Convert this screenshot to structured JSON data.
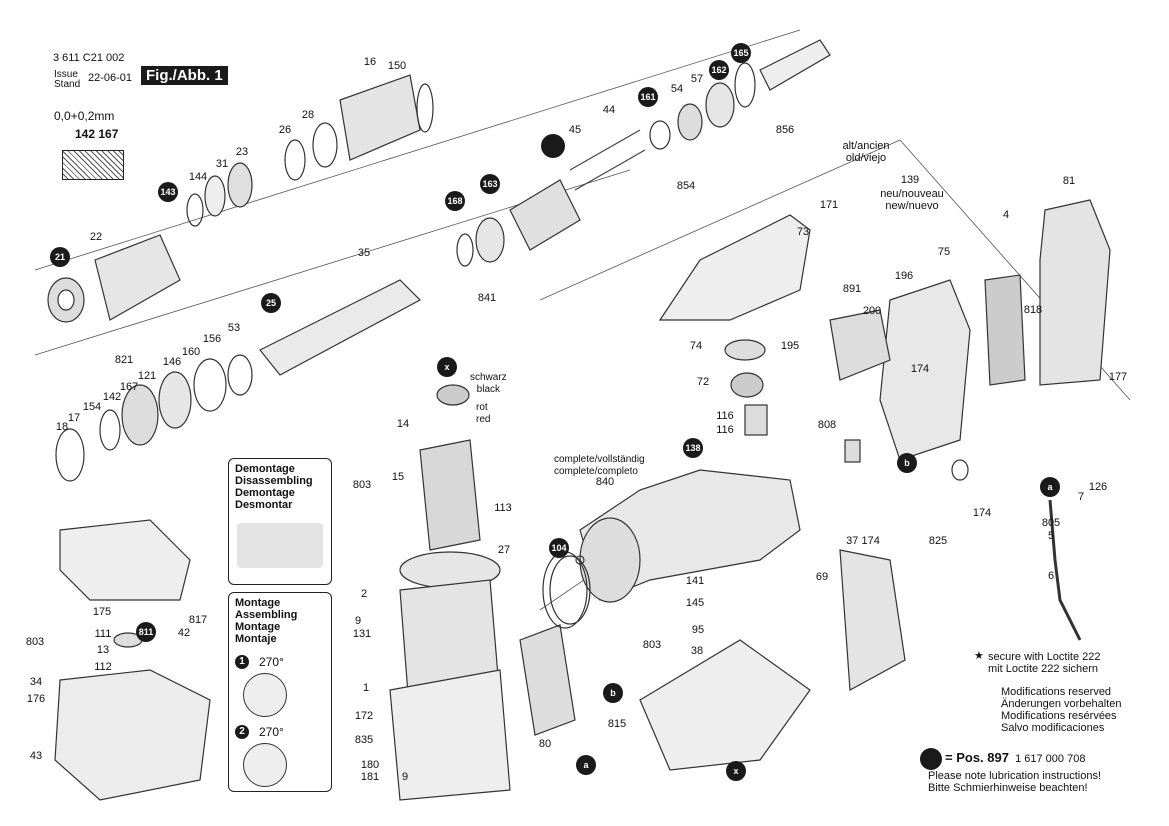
{
  "header": {
    "doc_number": "3 611 C21 002",
    "issue_label_1": "Issue",
    "issue_label_2": "Stand",
    "issue_date": "22-06-01",
    "figure_label": "Fig./Abb. 1",
    "tolerance": "0,0+0,2mm",
    "detail_parts": "142 167"
  },
  "labels": [
    "16",
    "150",
    "28",
    "26",
    "23",
    "31",
    "144",
    "22",
    "35",
    "53",
    "156",
    "160",
    "146",
    "821",
    "121",
    "167",
    "142",
    "154",
    "17",
    "18",
    "45",
    "44",
    "54",
    "57",
    "856",
    "854",
    "841",
    "171",
    "73",
    "81",
    "4",
    "75",
    "196",
    "891",
    "200",
    "818",
    "74",
    "195",
    "72",
    "174",
    "177",
    "116",
    "116",
    "808",
    "840",
    "126",
    "7",
    "805",
    "5",
    "6",
    "825",
    "174",
    "37 174",
    "69",
    "141",
    "145",
    "95",
    "803",
    "38",
    "14",
    "803",
    "15",
    "113",
    "27",
    "2",
    "9",
    "131",
    "1",
    "172",
    "835",
    "180",
    "181",
    "9",
    "80",
    "815",
    "175",
    "111",
    "13",
    "112",
    "803",
    "817",
    "42",
    "34",
    "176",
    "43",
    "139"
  ],
  "badges": [
    "143",
    "21",
    "25",
    "161",
    "162",
    "165",
    "168",
    "163",
    "138",
    "104",
    "b",
    "a",
    "x",
    "x",
    "b",
    "a",
    "811",
    ""
  ],
  "annotations": {
    "old": "alt/ancien",
    "old2": "old/viejo",
    "new1": "neu/nouveau",
    "new2": "new/nuevo",
    "black1": "schwarz",
    "black2": "black",
    "red1": "rot",
    "red2": "red",
    "complete1": "complete/vollständig",
    "complete2": "complete/completo",
    "angle1": "270°",
    "angle2": "270°",
    "step1": "1",
    "step2": "2"
  },
  "disassembly_box": [
    "Demontage",
    "Disassembling",
    "Demontage",
    "Desmontar"
  ],
  "assembly_box": [
    "Montage",
    "Assembling",
    "Montage",
    "Montaje"
  ],
  "notes": {
    "star_1": "secure with Loctite 222",
    "star_2": "mit Loctite 222 sichern",
    "mod_1": "Modifications reserved",
    "mod_2": "Änderungen vorbehalten",
    "mod_3": "Modifications resérvées",
    "mod_4": "Salvo modificaciones",
    "pos": "= Pos. 897",
    "pos_number": "1 617 000 708",
    "lub_1": "Please note lubrication instructions!",
    "lub_2": "Bitte Schmierhinweise beachten!"
  }
}
